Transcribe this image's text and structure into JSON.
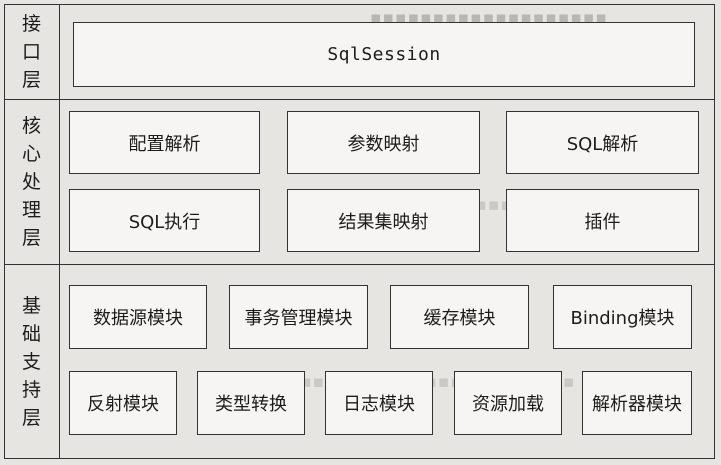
{
  "layers": {
    "interface": {
      "label": [
        "接",
        "口",
        "层"
      ],
      "boxes": [
        "SqlSession"
      ]
    },
    "core": {
      "label": [
        "核",
        "心",
        "处",
        "理",
        "层"
      ],
      "boxes": [
        "配置解析",
        "参数映射",
        "SQL解析",
        "SQL执行",
        "结果集映射",
        "插件"
      ]
    },
    "support": {
      "label": [
        "基",
        "础",
        "支",
        "持",
        "层"
      ],
      "boxes": [
        "数据源模块",
        "事务管理模块",
        "缓存模块",
        "Binding模块",
        "反射模块",
        "类型转换",
        "日志模块",
        "资源加载",
        "解析器模块"
      ]
    }
  },
  "colors": {
    "background": "#e7e5e1",
    "box_fill": "#f6f5f3",
    "border": "#333333"
  }
}
